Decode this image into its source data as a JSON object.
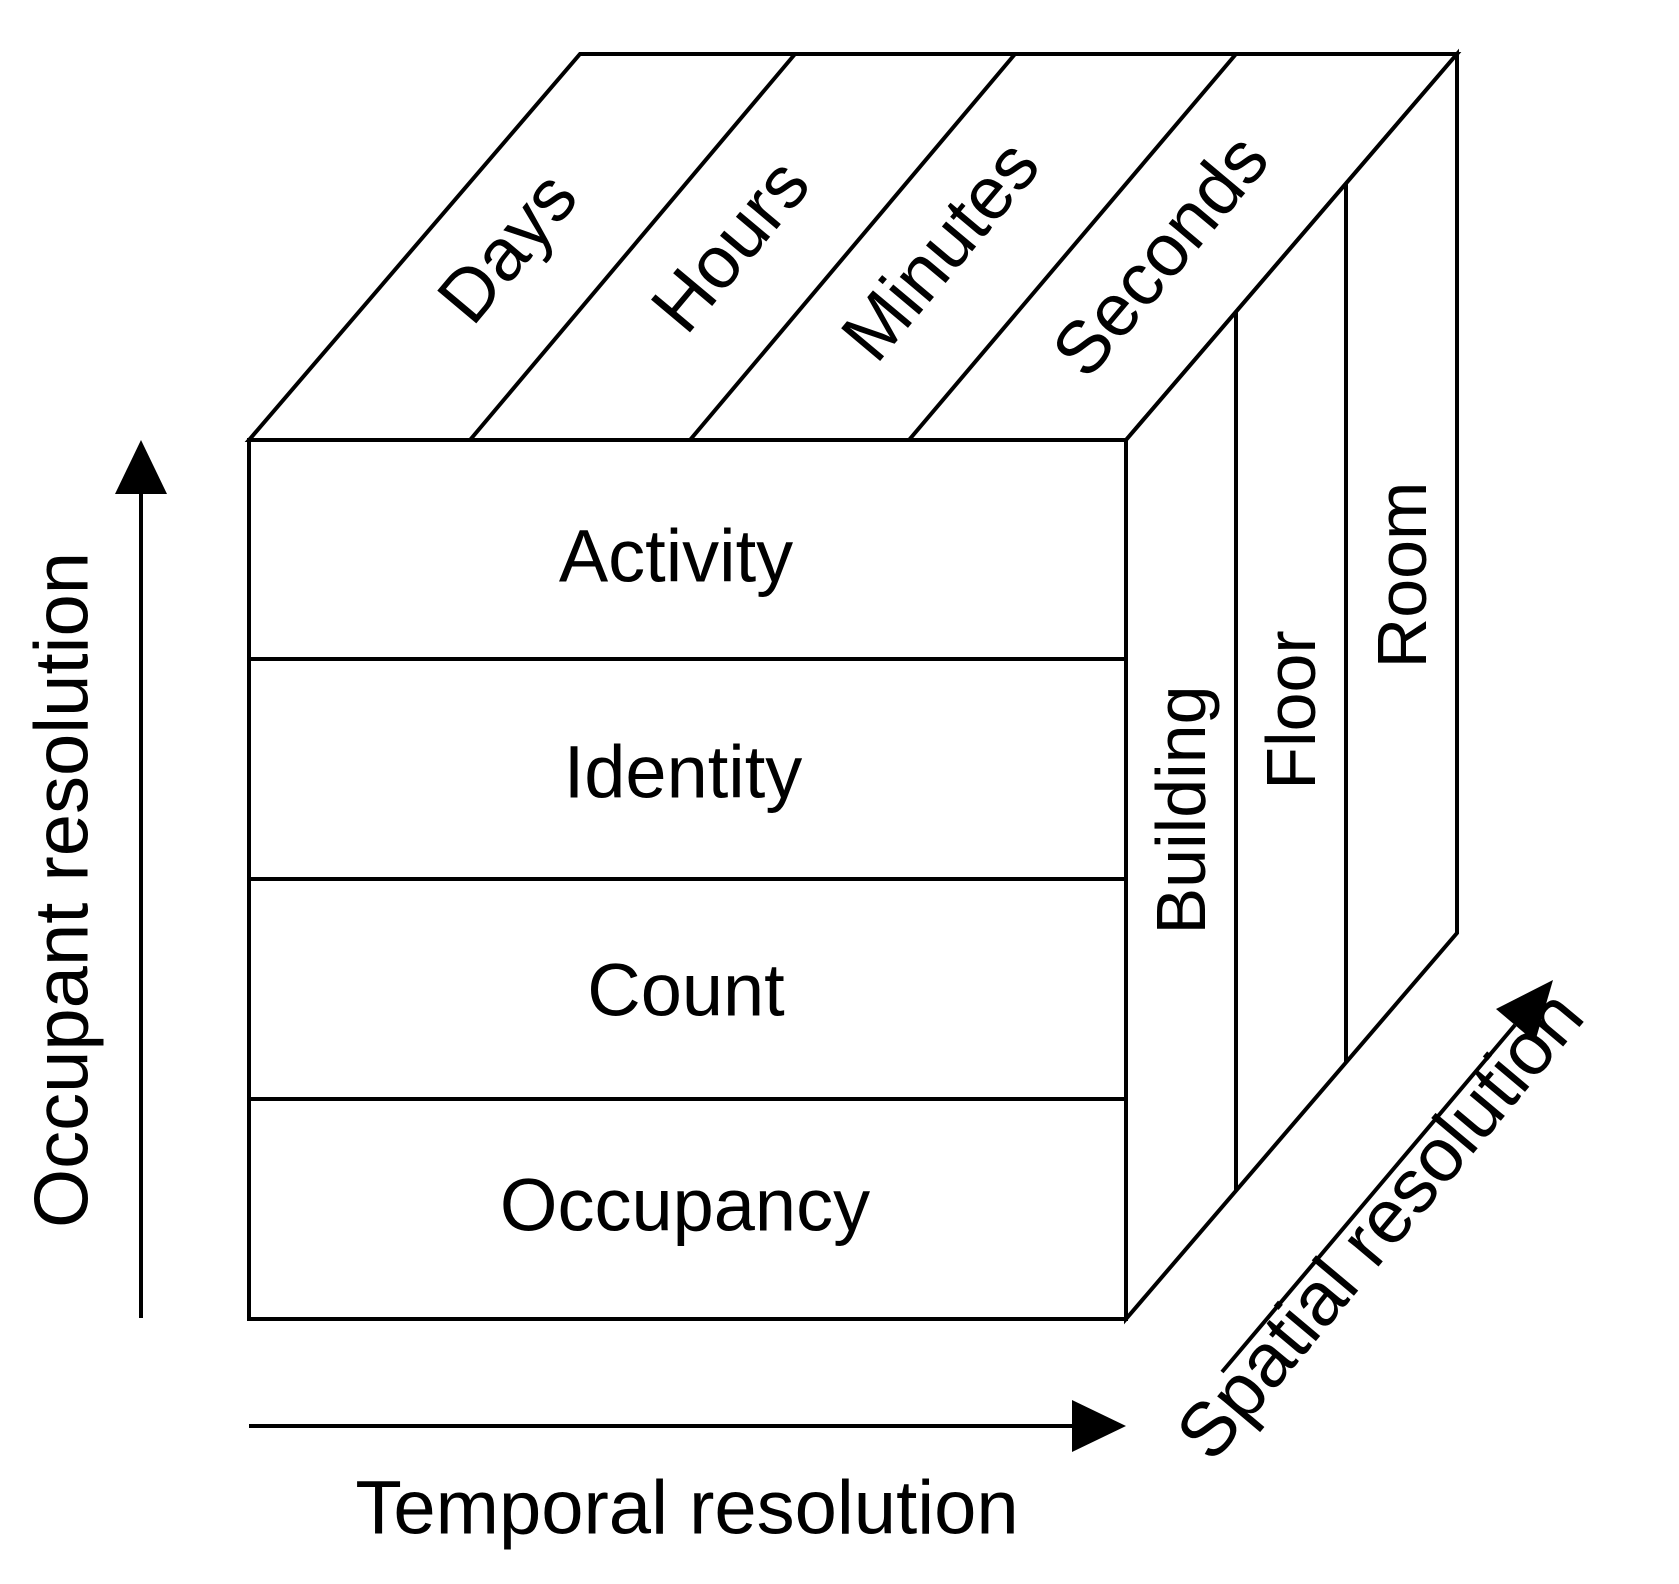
{
  "occupant_levels": [
    "Activity",
    "Identity",
    "Count",
    "Occupancy"
  ],
  "temporal_levels": [
    "Days",
    "Hours",
    "Minutes",
    "Seconds"
  ],
  "spatial_levels": [
    "Building",
    "Floor",
    "Room"
  ],
  "axes": {
    "occupant": "Occupant resolution",
    "temporal": "Temporal resolution",
    "spatial": "Spatial resolution"
  },
  "colors": {
    "stroke": "#000000",
    "background": "#ffffff"
  }
}
